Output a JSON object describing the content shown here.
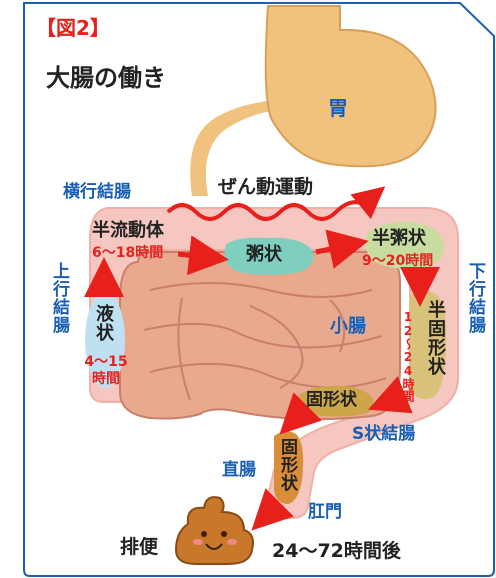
{
  "figure_tag": "【図2】",
  "title": "大腸の働き",
  "labels": {
    "stomach": "胃",
    "transverse_colon": "横行結腸",
    "peristalsis": "ぜん動運動",
    "ascending_colon": "上行結腸",
    "descending_colon": "下行結腸",
    "small_intestine": "小腸",
    "sigmoid_colon": "S状結腸",
    "rectum": "直腸",
    "anus": "肛門",
    "defecation": "排便",
    "total_time": "24〜72時間後"
  },
  "stages": {
    "liquid": {
      "state": "液状",
      "time": "4〜15時間"
    },
    "semi_fluid": {
      "state": "半流動体",
      "time": "6〜18時間"
    },
    "porridge": {
      "state": "粥状"
    },
    "semi_porridge": {
      "state": "半粥状",
      "time": "9〜20時間"
    },
    "semi_solid": {
      "state": "半固形状",
      "time": "12〜24時間"
    },
    "solid": {
      "state": "固形状"
    },
    "rectal_solid": {
      "state": "固形状"
    }
  },
  "colors": {
    "frame": "#1a5fb4",
    "label_blue": "#1a5fb4",
    "time_red": "#e8201c",
    "colon": "#f6c7c0",
    "stomach": "#f1c27d",
    "small_intestine": "#e9a98f",
    "liquid_blob": "#bfe0f0",
    "porridge_blob": "#7fcfbf",
    "semi_blob": "#c9dca0",
    "solid_blob": "#cda64a",
    "poop": "#c9772a"
  },
  "icons": [
    "poop-icon"
  ]
}
